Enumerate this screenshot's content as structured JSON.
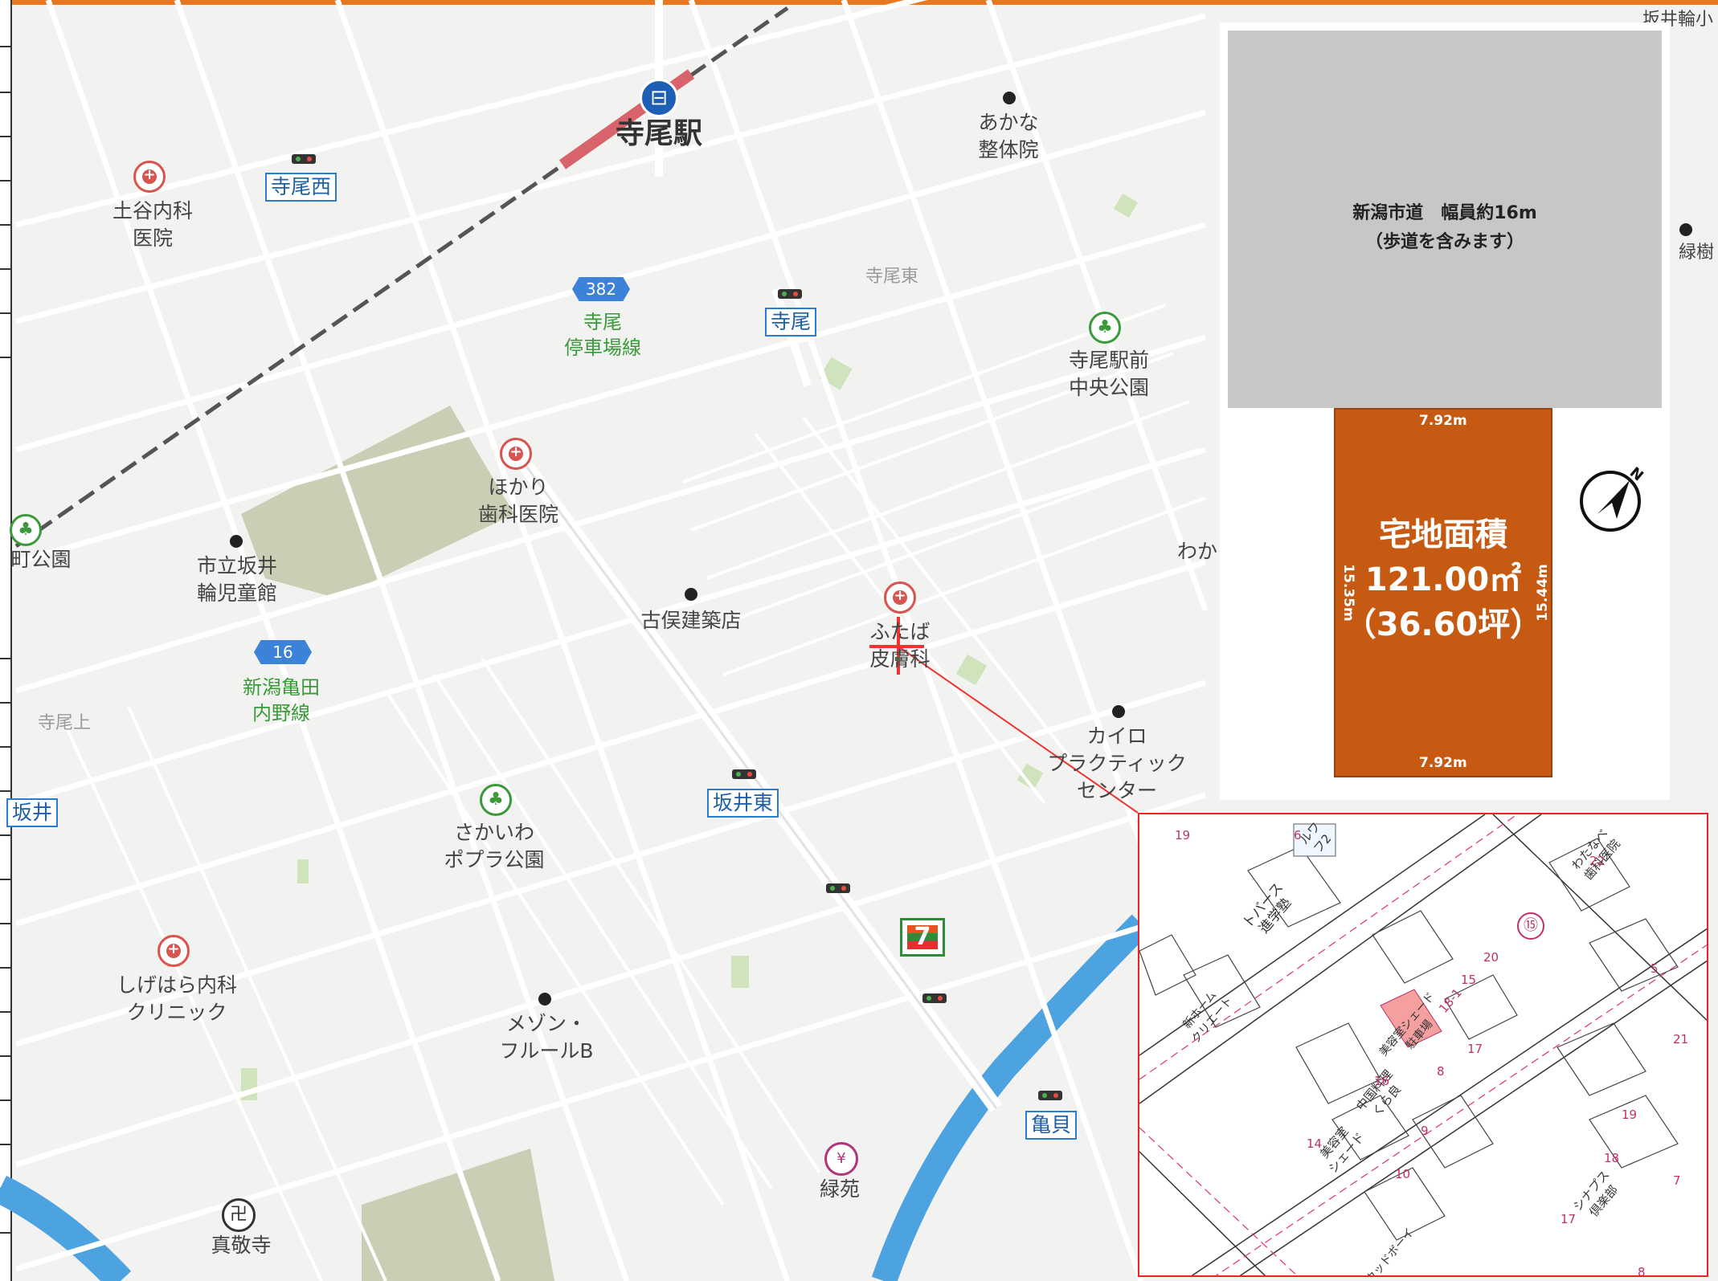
{
  "station": {
    "name": "寺尾駅",
    "icon": "train-station-icon"
  },
  "intersections": [
    "寺尾西",
    "寺尾",
    "坂井東",
    "亀貝",
    "坂井"
  ],
  "routes": [
    {
      "number": "382",
      "name": "寺尾\n停車場線"
    },
    {
      "number": "16",
      "name": "新潟亀田\n内野線"
    }
  ],
  "area_labels": [
    "寺尾東",
    "寺尾上"
  ],
  "pois": {
    "clinic_tsuchiya": "土谷内科\n医院",
    "dental_hokari": "ほかり\n歯科医院",
    "derm_futaba": "ふたば\n皮膚科",
    "internal_shigehara": "しげはら内科\nクリニック",
    "akana": "あかな\n整体院",
    "park_teraoekimae": "寺尾駅前\n中央公園",
    "kindergarten": "市立坂井\n輪児童館",
    "koho_kenchiku": "古俣建築店",
    "chiro": "カイロ\nプラクティック\nセンター",
    "park_sakaiwa": "さかいわ\nポプラ公園",
    "maison": "メゾン・\nフルールB",
    "ryokuen": "緑苑",
    "shinkyoji": "真敬寺",
    "park_left": "町公園",
    "waka": "わか",
    "sakaiwasho": "坂井輪小",
    "ryokuju": "緑樹"
  },
  "plot": {
    "road_text": "新潟市道　幅員約16m\n（歩道を含みます）",
    "front_width": "7.92m",
    "rear_width": "7.92m",
    "left_depth": "15.35m",
    "right_depth": "15.44m",
    "area_text": "宅地面積\n121.00㎡\n（36.60坪）",
    "compass_label": "N",
    "lot_color": "#c65a12",
    "road_color": "#c7c7c7"
  },
  "inset": {
    "marker_number": "⑮",
    "labels": {
      "tbase": "トバース\n進学塾",
      "home": "新ホーム\nクリエート",
      "chinese": "中国料理\nくら良",
      "salon": "美容室\nシェード",
      "watanabe": "わたなべ\n歯科医院",
      "synaps": "シナプス\n倶楽部",
      "salon_parking": "美容室シェード\n駐車場",
      "ruwa": "ルワ\nフ2",
      "woody": "ウッドボーイ"
    },
    "numbers": [
      "19",
      "6",
      "20",
      "18-1",
      "16",
      "15",
      "17",
      "8",
      "5",
      "22",
      "21",
      "19",
      "18",
      "17",
      "14",
      "10",
      "9",
      "8",
      "7"
    ],
    "highlight_color": "#f4a0a0"
  },
  "colors": {
    "highlight": "#e33",
    "frame": "#e87722"
  }
}
